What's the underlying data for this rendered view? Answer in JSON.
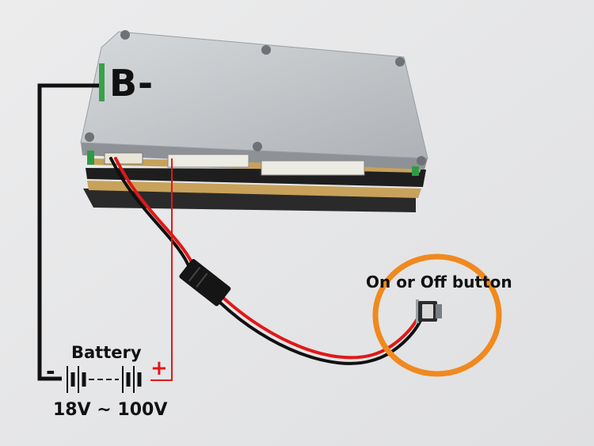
{
  "labels": {
    "b_minus": "B-",
    "switch": "On or Off button",
    "battery": "Battery",
    "voltage_range": "18V ~ 100V",
    "negative_sign": "-",
    "positive_sign": "+"
  },
  "colors": {
    "background": "#e9e9ea",
    "highlight_circle": "#f0891e",
    "positive_wire": "#e01818",
    "negative_wire": "#111111",
    "board_plate": "#bfc3c6",
    "copper_frame": "#c8a25a"
  }
}
